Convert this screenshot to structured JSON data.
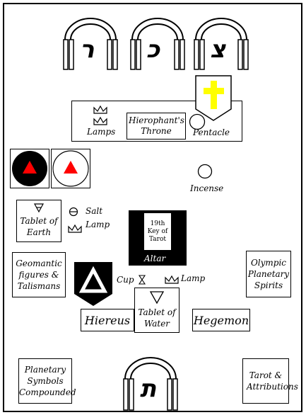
{
  "top_letters": [
    "ר",
    "כ",
    "צ"
  ],
  "bottom_letter": "ת",
  "dais": {
    "lamps_label": "Lamps",
    "throne_label": "Hierophant's Throne",
    "pentacle_label": "Pentacle"
  },
  "incense_label": "Incense",
  "tablet_earth_label": "Tablet of Earth",
  "salt_label": "Salt",
  "lamp_left_label": "Lamp",
  "altar": {
    "card_label": "19th Key of Tarot",
    "altar_label": "Altar"
  },
  "cup_label": "Cup",
  "lamp_right_label": "Lamp",
  "geomantic_label": "Geomantic figures & Talismans",
  "olympic_label": "Olympic Planetary Spirits",
  "hiereus_label": "Hiereus",
  "tablet_water_label": "Tablet of Water",
  "hegemon_label": "Hegemon",
  "planetary_symbols_label": "Planetary Symbols Compounded",
  "tarot_attributions_label": "Tarot & Attributions",
  "colors": {
    "cross_yellow": "#ffff00",
    "triangle_red": "#ff0000",
    "black": "#000000"
  }
}
